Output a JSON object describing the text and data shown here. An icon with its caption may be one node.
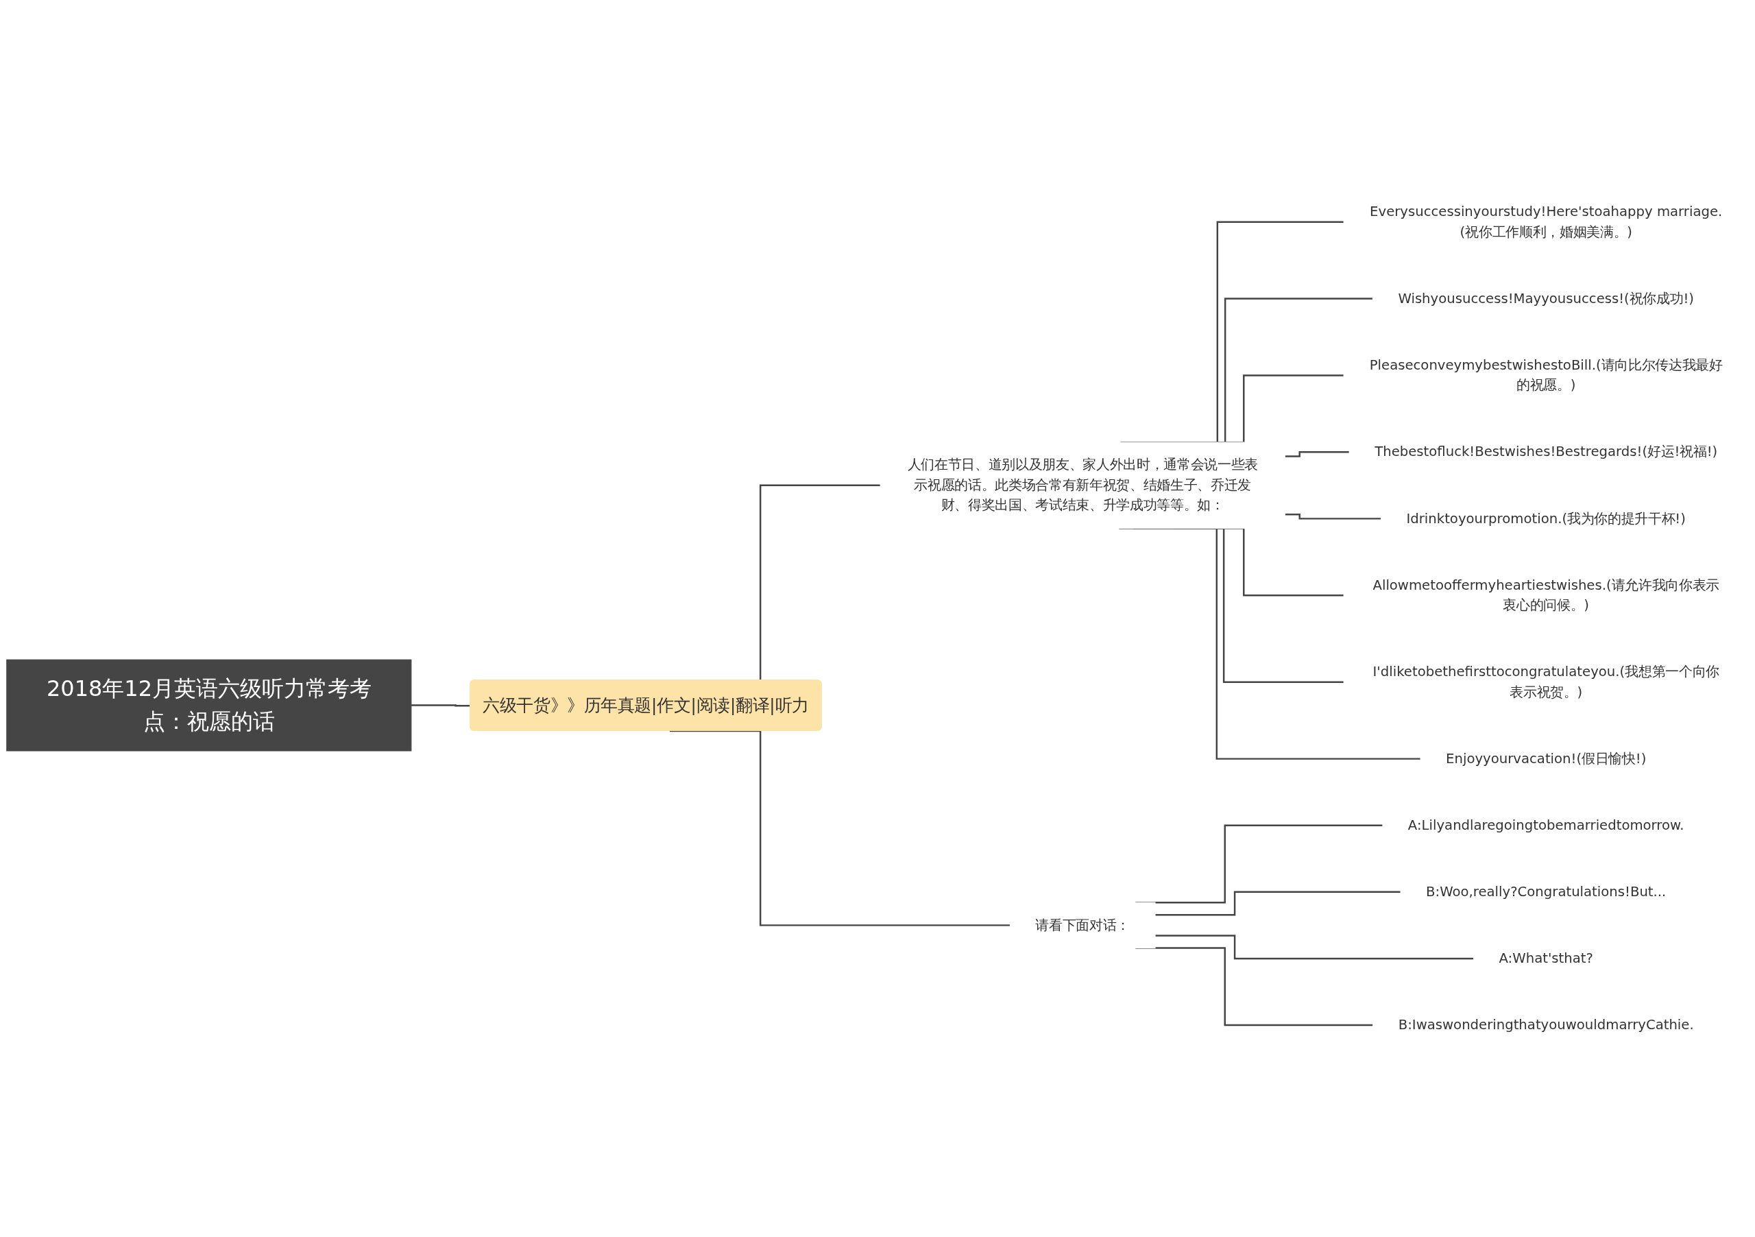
{
  "diagram": {
    "nodes": [
      {
        "text": [
          "2018年12月英语六级听力常考考点：祝愿的话"
        ]
      },
      {
        "text": [
          "六级干货》》历年真题|作文|阅读|翻译|听力"
        ]
      },
      {
        "text": [
          "人们在节日、道别以及朋友、家人外出时，通常会说一些表示祝愿的话。此类场合常有新年祝贺、结婚生子、乔迁发财、得奖出国、考试结束、升学成功等等。如："
        ]
      },
      {
        "text": [
          "Everysuccessinyourstudy!Here'stoahappy marriage.(祝你工作顺利，婚姻美满。)"
        ]
      },
      {
        "text": [
          "Wishyousuccess!Mayyousuccess!(祝你成功!)"
        ]
      },
      {
        "text": [
          "PleaseconveymybestwishestoBill.(请向比尔传达我最好的祝愿。)"
        ]
      },
      {
        "text": [
          "Thebestofluck!Bestwishes!Bestregards!(好运!祝福!)"
        ]
      },
      {
        "text": [
          "Idrinktoyourpromotion.(我为你的提升干杯!)"
        ]
      },
      {
        "text": [
          "Allowmetooffermyheartiestwishes.(请允许我向你表示衷心的问候。)"
        ]
      },
      {
        "text": [
          "I'dliketobethefirsttocongratulateyou.(我想第一个向你表示祝贺。)"
        ]
      },
      {
        "text": [
          "Enjoyyourvacation!(假日愉快!)"
        ]
      },
      {
        "text": [
          "请看下面对话："
        ]
      },
      {
        "text": [
          "A:Lilyandlaregoingtobemarriedtomorrow."
        ]
      },
      {
        "text": [
          "B:Woo,really?Congratulations!But..."
        ]
      },
      {
        "text": [
          "A:What'sthat?"
        ]
      },
      {
        "text": [
          "B:IwaswonderingthatyouwouldmarryCathie."
        ]
      }
    ],
    "edges": [
      {
        "from": 0,
        "to": 1,
        "arrow": "none"
      },
      {
        "from": 1,
        "to": 2,
        "arrow": "none"
      },
      {
        "from": 1,
        "to": 11,
        "arrow": "none"
      },
      {
        "from": 2,
        "to": 3,
        "arrow": "none"
      },
      {
        "from": 2,
        "to": 4,
        "arrow": "none"
      },
      {
        "from": 2,
        "to": 5,
        "arrow": "none"
      },
      {
        "from": 2,
        "to": 6,
        "arrow": "none"
      },
      {
        "from": 2,
        "to": 7,
        "arrow": "none"
      },
      {
        "from": 2,
        "to": 8,
        "arrow": "none"
      },
      {
        "from": 2,
        "to": 9,
        "arrow": "none"
      },
      {
        "from": 2,
        "to": 10,
        "arrow": "none"
      },
      {
        "from": 11,
        "to": 12,
        "arrow": "none"
      },
      {
        "from": 11,
        "to": 13,
        "arrow": "none"
      },
      {
        "from": 11,
        "to": 14,
        "arrow": "none"
      },
      {
        "from": 11,
        "to": 15,
        "arrow": "none"
      }
    ]
  }
}
